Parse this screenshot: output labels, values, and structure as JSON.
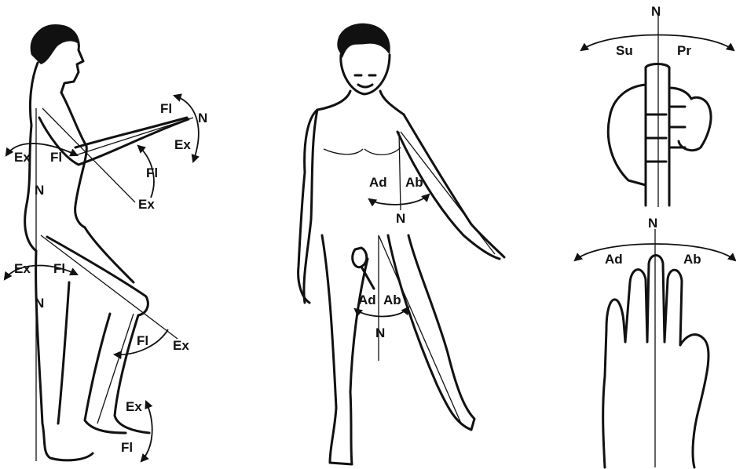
{
  "side_figure": {
    "arm_flexion": "Fl",
    "arm_neutral": "N",
    "arm_extension": "Ex",
    "shoulder_extension": "Ex",
    "shoulder_flexion": "Fl",
    "elbow_flexion": "Fl",
    "elbow_extension": "Ex",
    "trunk_neutral": "N",
    "hip_extension": "Ex",
    "hip_flexion": "Fl",
    "hip_neutral": "N",
    "knee_flexion": "Fl",
    "knee_extension": "Ex",
    "ankle_extension": "Ex",
    "ankle_flexion": "Fl"
  },
  "front_figure": {
    "shoulder_adduction": "Ad",
    "shoulder_abduction": "Ab",
    "shoulder_neutral": "N",
    "hip_adduction": "Ad",
    "hip_abduction": "Ab",
    "hip_neutral": "N"
  },
  "fist_diagram": {
    "neutral": "N",
    "supination": "Su",
    "pronation": "Pr"
  },
  "hand_diagram": {
    "neutral": "N",
    "adduction": "Ad",
    "abduction": "Ab"
  }
}
